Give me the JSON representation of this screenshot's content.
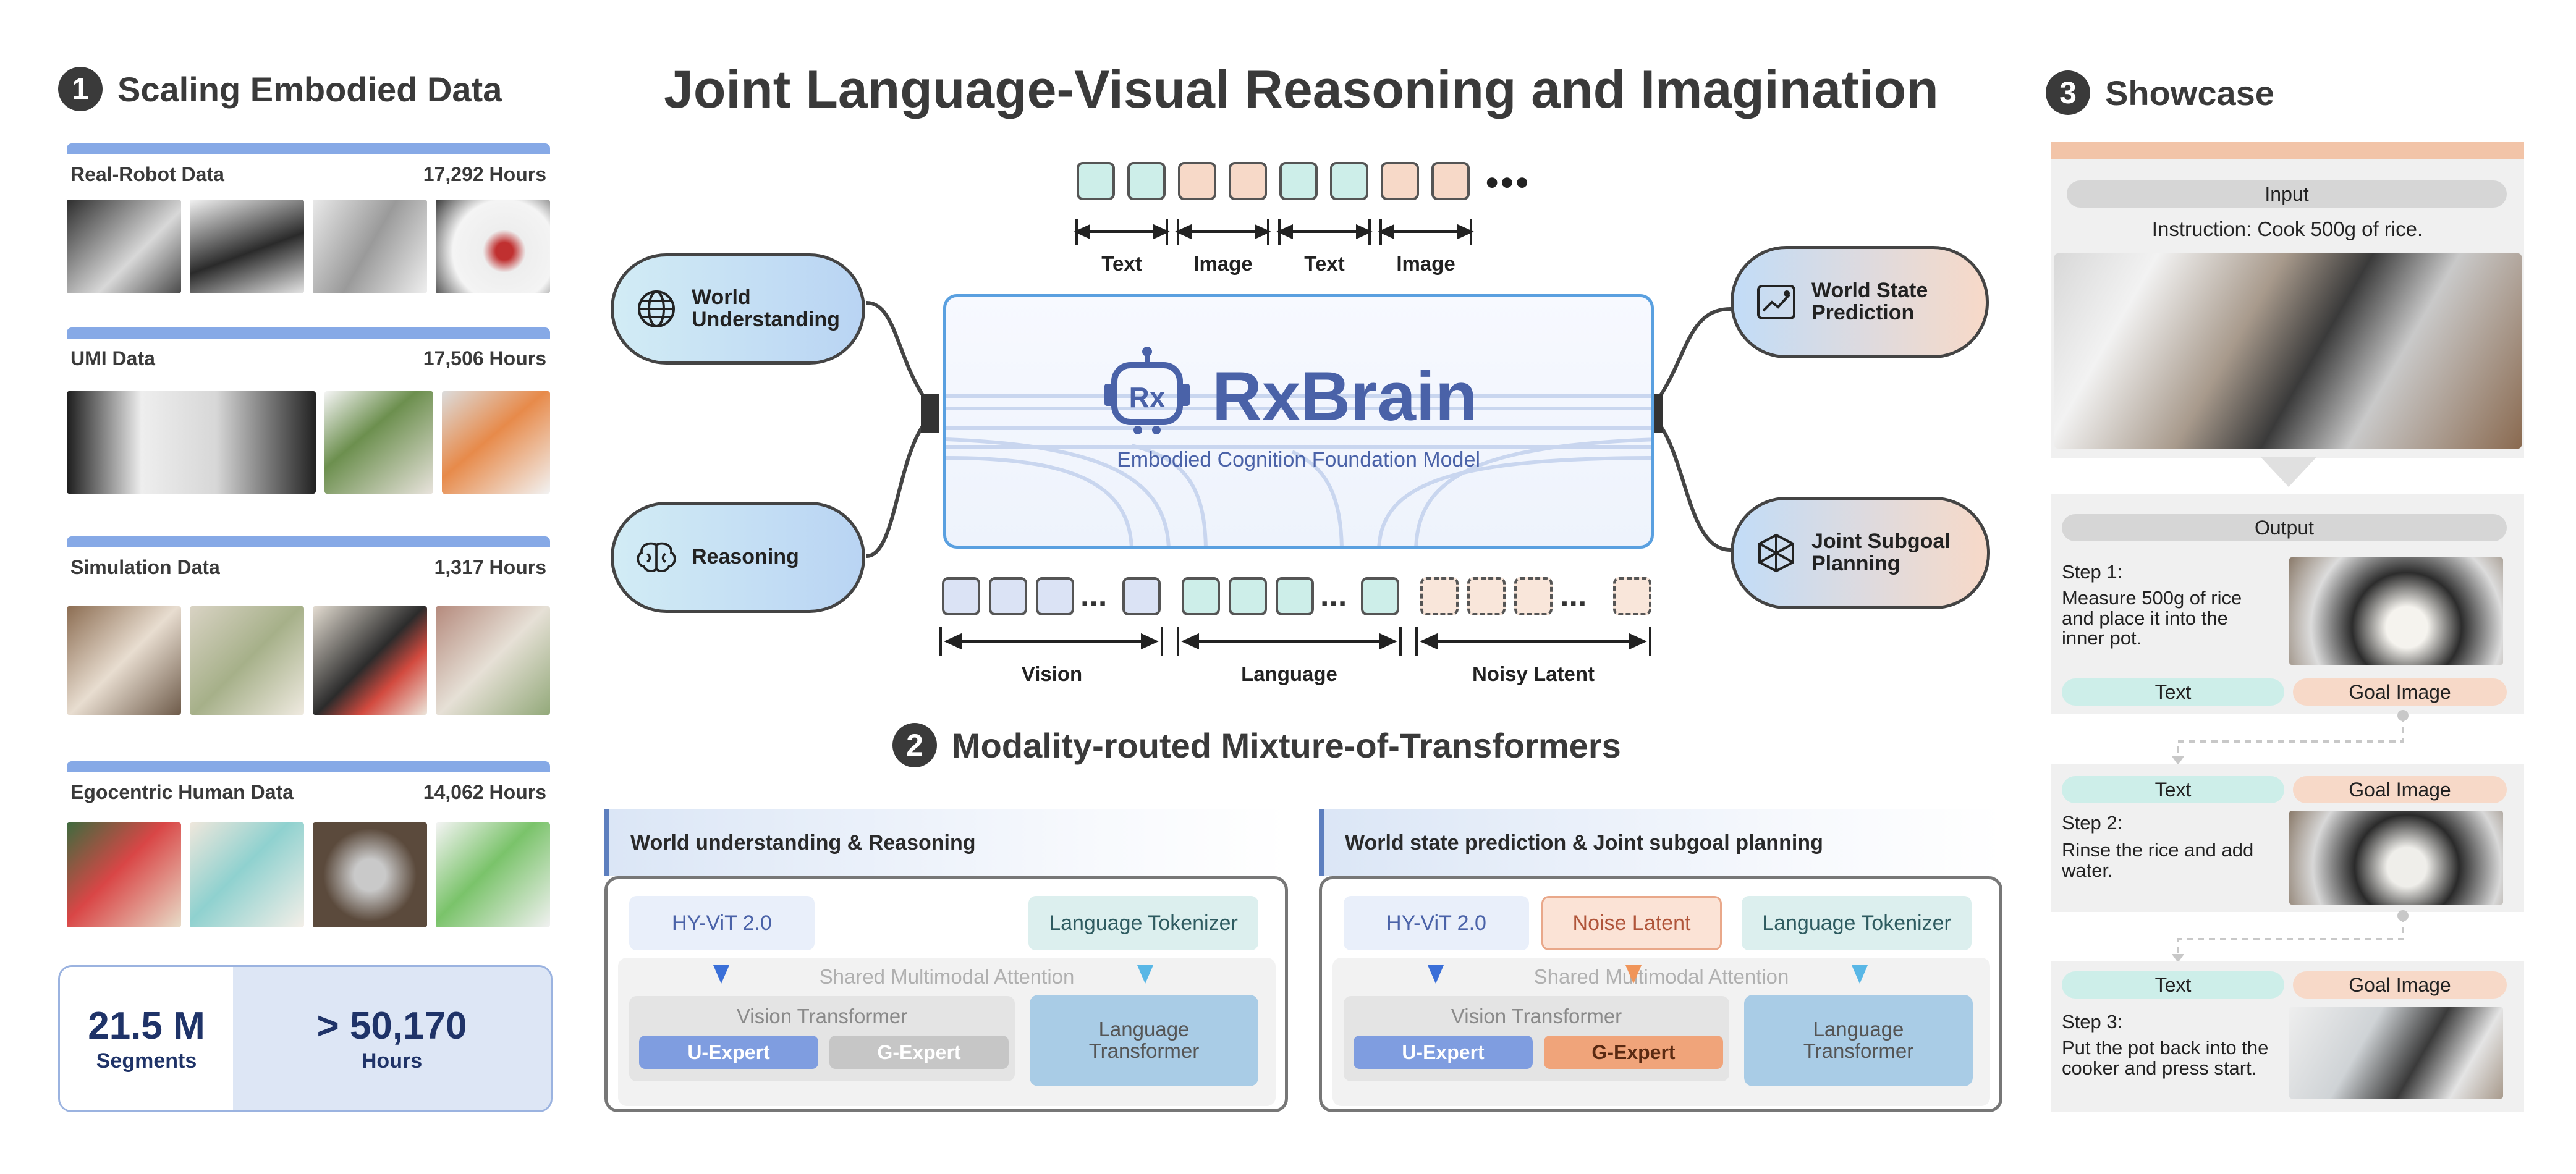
{
  "title": "Joint Language-Visual Reasoning and Imagination",
  "section1": {
    "num": "1",
    "title": "Scaling Embodied Data",
    "datasets": [
      {
        "name": "Real-Robot Data",
        "hours": "17,292 Hours"
      },
      {
        "name": "UMI Data",
        "hours": "17,506 Hours"
      },
      {
        "name": "Simulation Data",
        "hours": "1,317 Hours"
      },
      {
        "name": "Egocentric Human Data",
        "hours": "14,062 Hours"
      }
    ],
    "stats": [
      {
        "value": "21.5 M",
        "label": "Segments"
      },
      {
        "value": "> 50,170",
        "label": "Hours"
      }
    ]
  },
  "center": {
    "token_labels": [
      "Text",
      "Image",
      "Text",
      "Image"
    ],
    "dots": "•••",
    "left_pills": [
      "World Understanding",
      "Reasoning"
    ],
    "right_pills": [
      "World State Prediction",
      "Joint Subgoal Planning"
    ],
    "model_name": "RxBrain",
    "model_sub": "Embodied Cognition Foundation Model",
    "logo_text": "Rx",
    "bottom_labels": [
      "Vision",
      "Language",
      "Noisy Latent"
    ],
    "ellipsis": "..."
  },
  "section2": {
    "num": "2",
    "title": "Modality-routed Mixture-of-Transformers",
    "left_box": {
      "header": "World understanding & Reasoning",
      "vit": "HY-ViT 2.0",
      "tokenizer": "Language Tokenizer",
      "attention": "Shared Multimodal Attention",
      "vision_tf": "Vision Transformer",
      "u_expert": "U-Expert",
      "g_expert": "G-Expert",
      "lang_tf": "Language Transformer"
    },
    "right_box": {
      "header": "World state prediction & Joint subgoal planning",
      "vit": "HY-ViT 2.0",
      "noise": "Noise Latent",
      "tokenizer": "Language Tokenizer",
      "attention": "Shared Multimodal Attention",
      "vision_tf": "Vision Transformer",
      "u_expert": "U-Expert",
      "g_expert": "G-Expert",
      "lang_tf": "Language Transformer"
    }
  },
  "section3": {
    "num": "3",
    "title": "Showcase",
    "input_label": "Input",
    "instruction": "Instruction: Cook 500g of rice.",
    "output_label": "Output",
    "text_tag": "Text",
    "goal_tag": "Goal Image",
    "steps": [
      {
        "title": "Step 1:",
        "body": "Measure 500g of rice and place it into the inner pot."
      },
      {
        "title": "Step 2:",
        "body": "Rinse the rice and add water."
      },
      {
        "title": "Step 3:",
        "body": "Put the pot back into the cooker and press start."
      }
    ]
  },
  "colors": {
    "teal": "#cdeee9",
    "peach": "#f7d9c8",
    "blue_tok": "#dbe3f5",
    "brand": "#4a62a8",
    "dataset_bar": "#86a9e6"
  }
}
